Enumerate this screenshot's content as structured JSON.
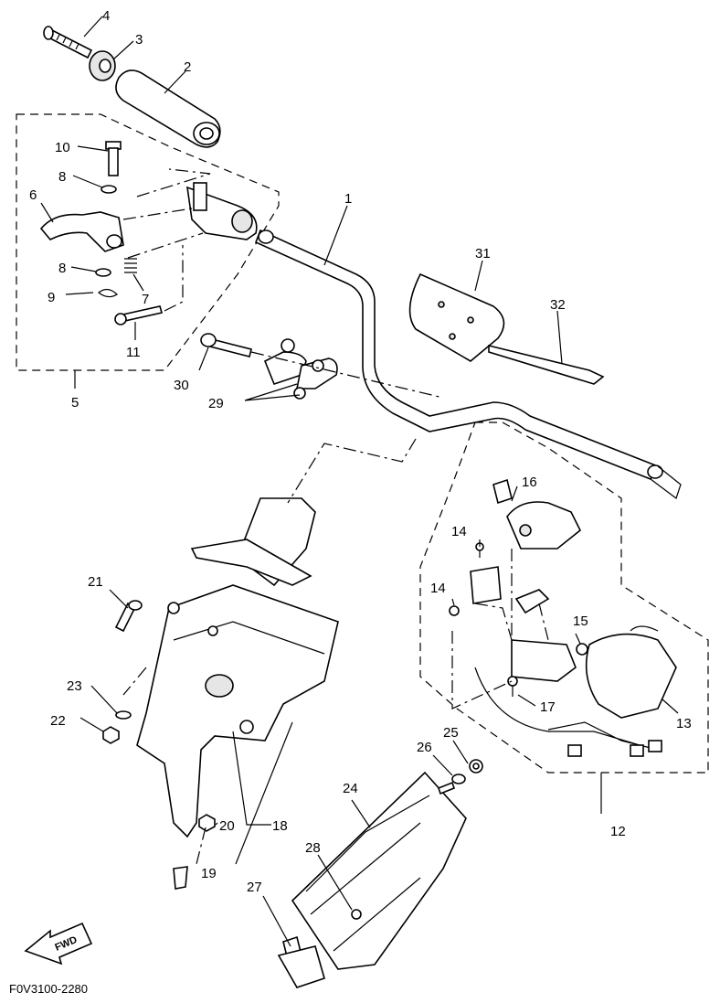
{
  "diagram": {
    "callouts": {
      "c1": "1",
      "c2": "2",
      "c3": "3",
      "c4": "4",
      "c5": "5",
      "c6": "6",
      "c7": "7",
      "c8a": "8",
      "c8b": "8",
      "c9": "9",
      "c10": "10",
      "c11": "11",
      "c12": "12",
      "c13": "13",
      "c14a": "14",
      "c14b": "14",
      "c15": "15",
      "c16": "16",
      "c17": "17",
      "c18": "18",
      "c19": "19",
      "c20": "20",
      "c21": "21",
      "c22": "22",
      "c23": "23",
      "c24": "24",
      "c25": "25",
      "c26": "26",
      "c27": "27",
      "c28": "28",
      "c29": "29",
      "c30": "30",
      "c31": "31",
      "c32": "32"
    },
    "fwd_label": "FWD",
    "drawing_code": "F0V3100-2280"
  }
}
